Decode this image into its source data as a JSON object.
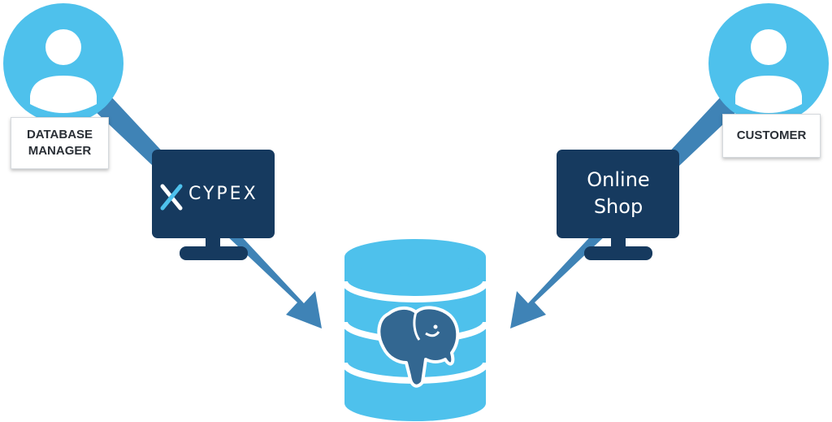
{
  "actors": {
    "left": {
      "line1": "DATABASE",
      "line2": "MANAGER"
    },
    "right": {
      "label": "CUSTOMER"
    }
  },
  "left_monitor": {
    "logo_text": "CYPEX",
    "logo_icon": "cypex-x-icon"
  },
  "right_monitor": {
    "line1": "Online",
    "line2": "Shop"
  },
  "database": {
    "icon": "postgresql-elephant-icon"
  },
  "colors": {
    "person_light": "#4ec1ec",
    "monitor_dark": "#163a5f",
    "arrow_blue": "#3f83b6",
    "db_light": "#4ec1ec",
    "elephant": "#336791"
  }
}
